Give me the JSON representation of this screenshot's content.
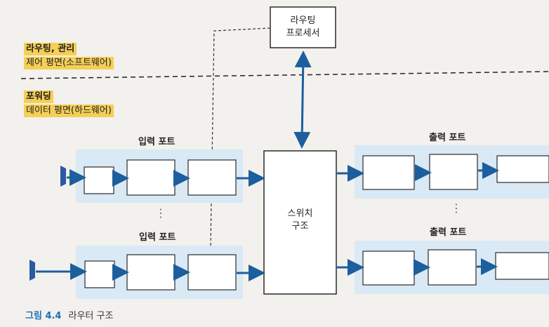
{
  "control_plane": {
    "title": "라우팅, 관리",
    "subtitle": "제어 평면(소프트웨어)"
  },
  "data_plane": {
    "title": "포워딩",
    "subtitle": "데이터 평면(하드웨어)"
  },
  "routing_processor": {
    "line1": "라우팅",
    "line2": "프로세서"
  },
  "switch_fabric": {
    "line1": "스위치",
    "line2": "구조"
  },
  "input_port_top_label": "입력 포트",
  "input_port_bottom_label": "입력 포트",
  "output_port_top_label": "출력 포트",
  "output_port_bottom_label": "출력 포트",
  "ellipsis_input": "⋮",
  "ellipsis_output": "⋮",
  "caption": {
    "figure": "그림 4.4",
    "text": "라우터 구조"
  },
  "colors": {
    "highlight": "#f5cf56",
    "port_band": "#d9e9f5",
    "arrow_blue": "#1c5e9e",
    "border": "#2b2b2b"
  }
}
